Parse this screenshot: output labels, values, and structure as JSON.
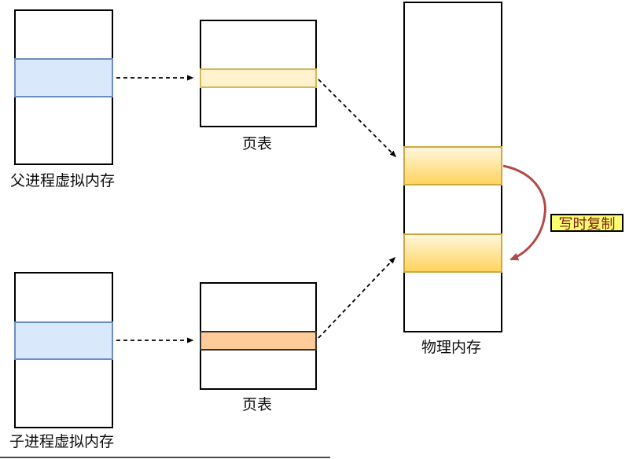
{
  "labels": {
    "parent_vm": "父进程虚拟内存",
    "page_table_top": "页表",
    "physical_memory": "物理内存",
    "child_vm": "子进程虚拟内存",
    "page_table_bottom": "页表",
    "cow_badge": "写时复制"
  },
  "colors": {
    "box_border": "#000000",
    "vm_highlight_fill": "#dae8fc",
    "vm_highlight_border": "#6c8ebf",
    "pt_entry_fill": "#fff2cc",
    "pt_entry_border": "#d6b656",
    "pt_entry_orange_fill": "#ffcc99",
    "pt_entry_orange_border": "#333333",
    "phys_frame_fill_top": "#fff6dc",
    "phys_frame_fill_bottom": "#ffd45e",
    "phys_frame_border": "#d0a83f",
    "cow_fill": "#feff6e",
    "cow_text": "#7f1a1a",
    "arrow_color": "#000000",
    "cow_arrow_color": "#b34a48"
  }
}
